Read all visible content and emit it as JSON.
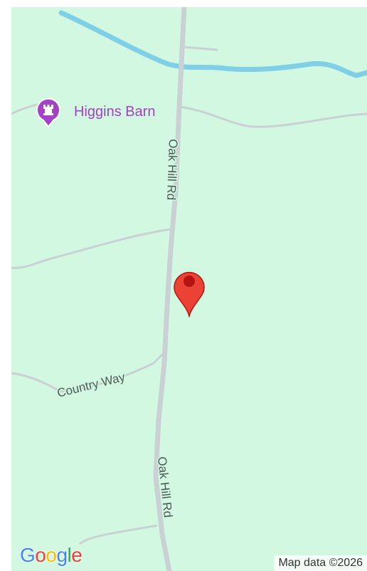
{
  "map": {
    "background_color": "#d3f8e2",
    "road_color": "#c9d1d3",
    "water_color": "#7fd0e6",
    "poi": {
      "name": "Higgins Barn",
      "icon": "castle-icon",
      "color": "#a142c7"
    },
    "roads": [
      {
        "name": "Oak Hill Rd"
      },
      {
        "name": "Country Way"
      },
      {
        "name": "Oak Hill Rd"
      }
    ],
    "pin": {
      "icon": "location-pin-icon",
      "color": "#ea4335"
    },
    "branding": {
      "logo_letters": [
        {
          "char": "G",
          "color": "#4285f4"
        },
        {
          "char": "o",
          "color": "#ea4335"
        },
        {
          "char": "o",
          "color": "#fbbc05"
        },
        {
          "char": "g",
          "color": "#4285f4"
        },
        {
          "char": "l",
          "color": "#34a853"
        },
        {
          "char": "e",
          "color": "#ea4335"
        }
      ],
      "attribution": "Map data ©2026"
    }
  }
}
